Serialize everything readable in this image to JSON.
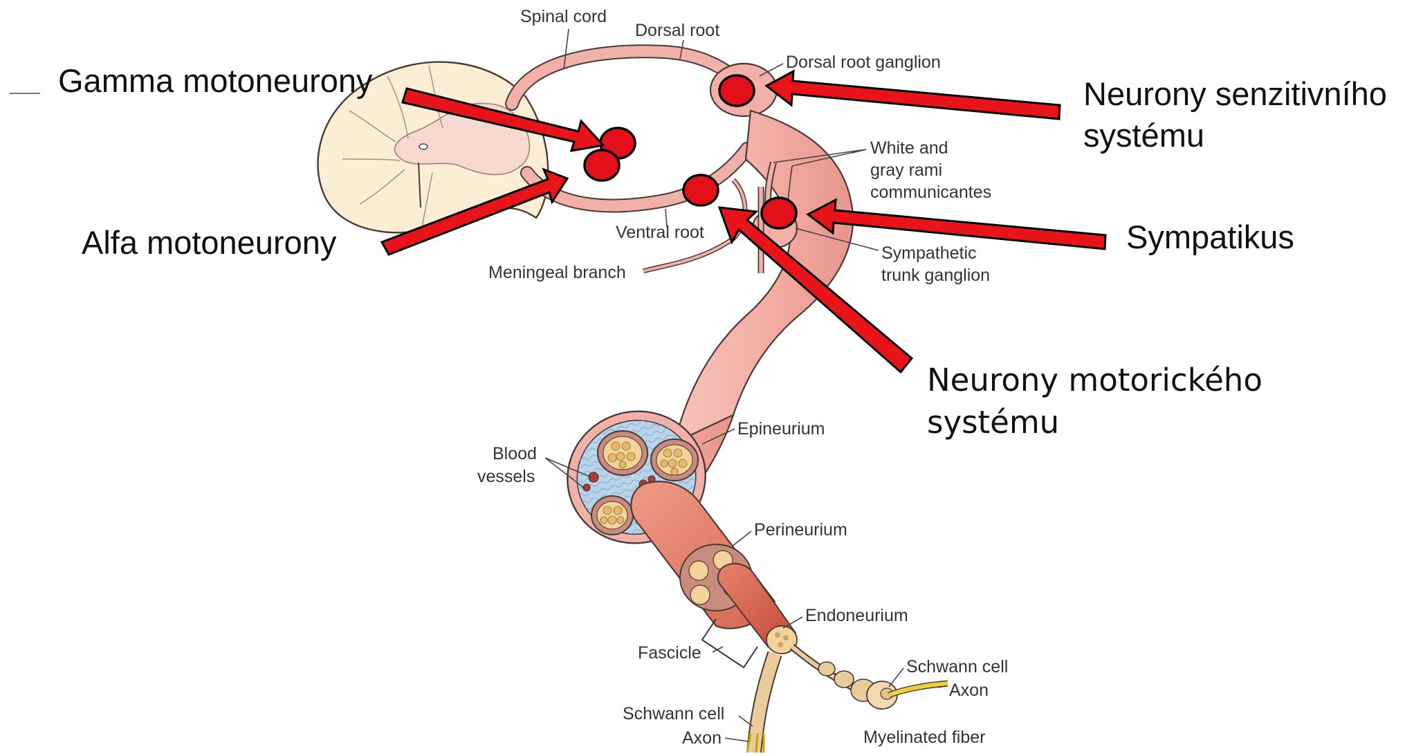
{
  "labels": {
    "spinal_cord": "Spinal cord",
    "dorsal_root": "Dorsal root",
    "dorsal_root_ganglion": "Dorsal root ganglion",
    "white_gray_rami_line1": "White and",
    "white_gray_rami_line2": "gray rami",
    "white_gray_rami_line3": "communicantes",
    "ventral_root": "Ventral root",
    "sympathetic_trunk_line1": "Sympathetic",
    "sympathetic_trunk_line2": "trunk ganglion",
    "meningeal_branch": "Meningeal branch",
    "epineurium": "Epineurium",
    "blood_vessels_line1": "Blood",
    "blood_vessels_line2": "vessels",
    "perineurium": "Perineurium",
    "endoneurium": "Endoneurium",
    "fascicle": "Fascicle",
    "schwann_cell_right": "Schwann cell",
    "axon_right": "Axon",
    "myelinated_fiber": "Myelinated fiber",
    "schwann_cell_left": "Schwann cell",
    "axon_left": "Axon"
  },
  "annotations": {
    "gamma": "Gamma motoneurony",
    "alfa": "Alfa motoneurony",
    "sensory_line1": "Neurony senzitivního",
    "sensory_line2": "systému",
    "sympathetic": "Sympatikus",
    "motor_line1": "Neurony motorického",
    "motor_line2": "systému"
  },
  "colors": {
    "arrow_fill": "#e8141a",
    "arrow_outline": "#000000",
    "marker_red": "#e3101a",
    "nerve_pink": "#f2b1a8",
    "nerve_salmon": "#e9806c",
    "spinal_cream": "#fbeed5",
    "grey_matter": "#f6d9cf",
    "connective_blue": "#b9d3ea",
    "axon_yellow": "#f0cf3c"
  }
}
